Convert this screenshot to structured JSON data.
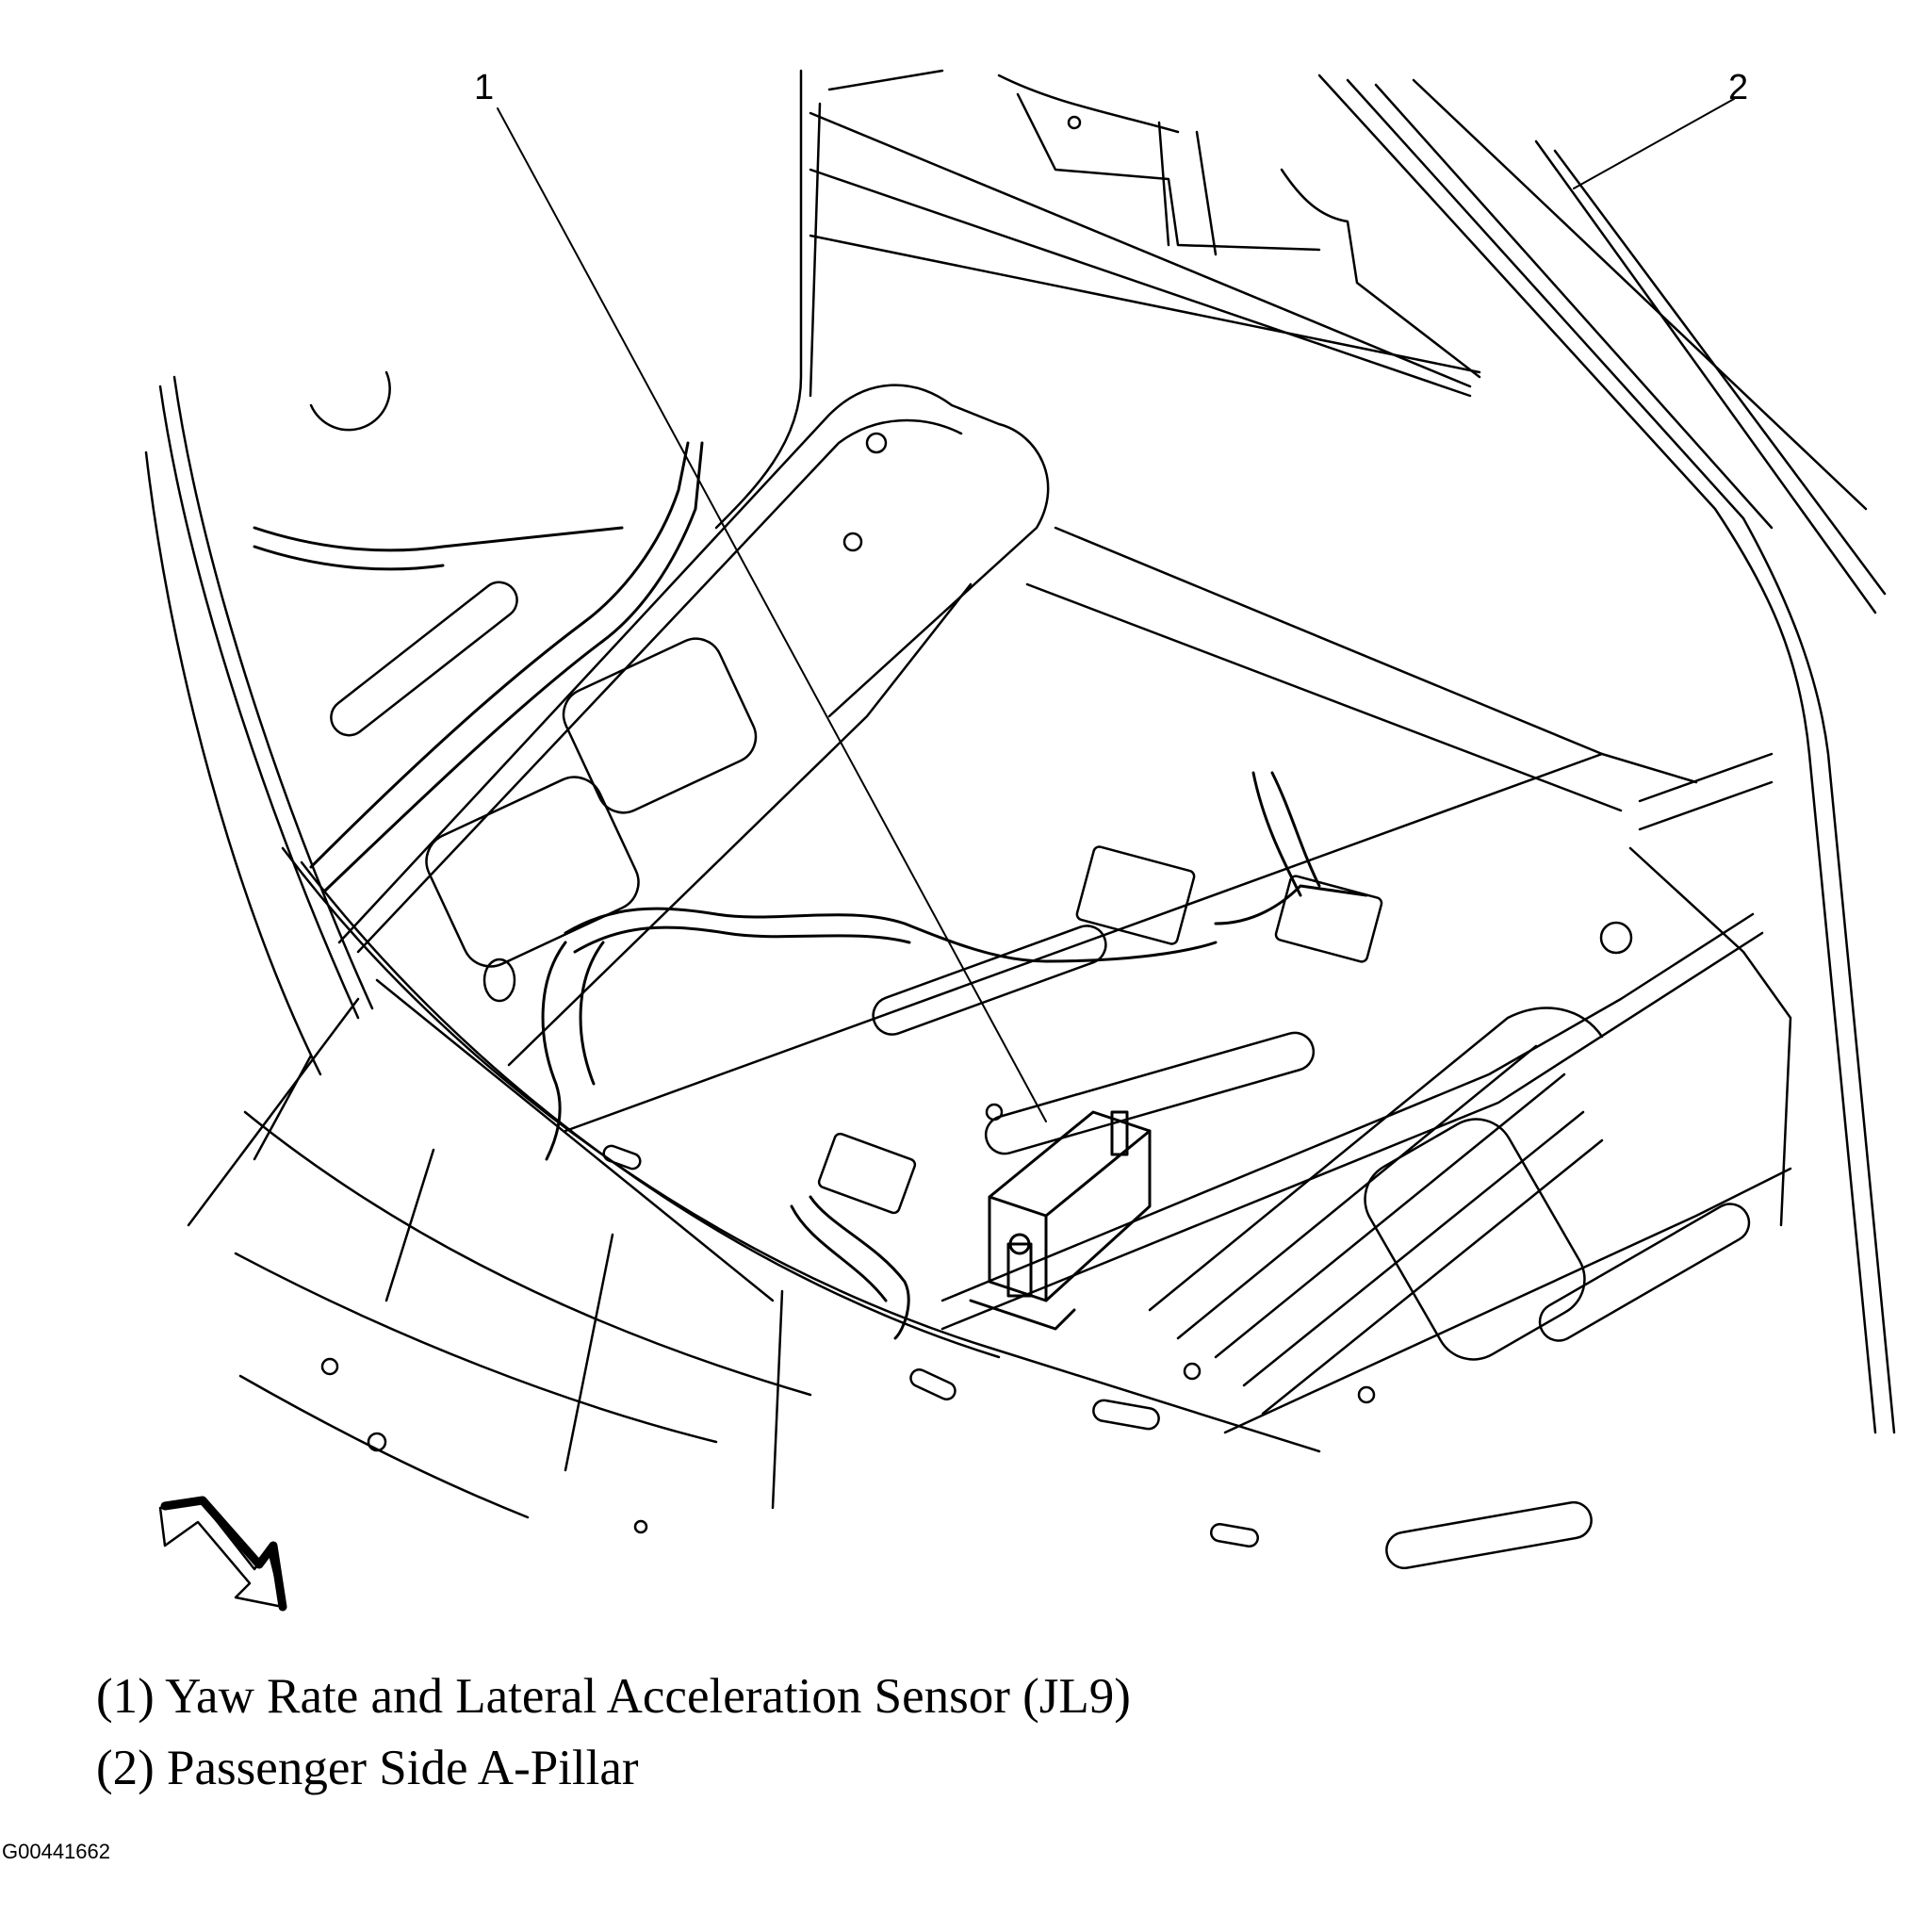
{
  "callouts": [
    {
      "number": "1"
    },
    {
      "number": "2"
    }
  ],
  "legend": [
    {
      "text": "(1) Yaw Rate and Lateral Acceleration Sensor (JL9)"
    },
    {
      "text": "(2) Passenger Side A-Pillar"
    }
  ],
  "figure_id": "G00441662",
  "colors": {
    "line": "#000000",
    "background": "#ffffff"
  },
  "icons": [
    "front-direction-arrow-icon"
  ]
}
